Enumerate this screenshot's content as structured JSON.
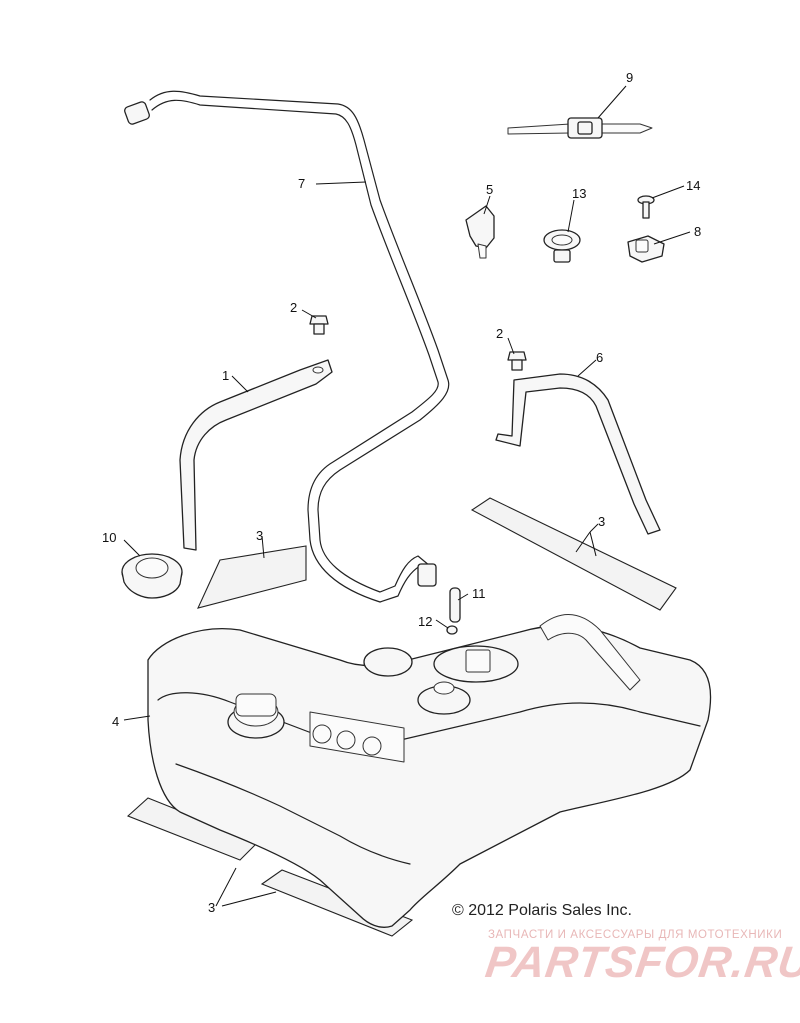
{
  "callouts": {
    "c1": "1",
    "c2a": "2",
    "c2b": "2",
    "c3a": "3",
    "c3b": "3",
    "c3c": "3",
    "c4": "4",
    "c5": "5",
    "c6": "6",
    "c7": "7",
    "c8": "8",
    "c9": "9",
    "c10": "10",
    "c11": "11",
    "c12": "12",
    "c13": "13",
    "c14": "14"
  },
  "copyright": "© 2012 Polaris Sales Inc.",
  "watermark": {
    "tagline": "ЗАПЧАСТИ И АКСЕССУАРЫ ДЛЯ МОТОТЕХНИКИ",
    "logo": "PARTSFOR.RU"
  }
}
